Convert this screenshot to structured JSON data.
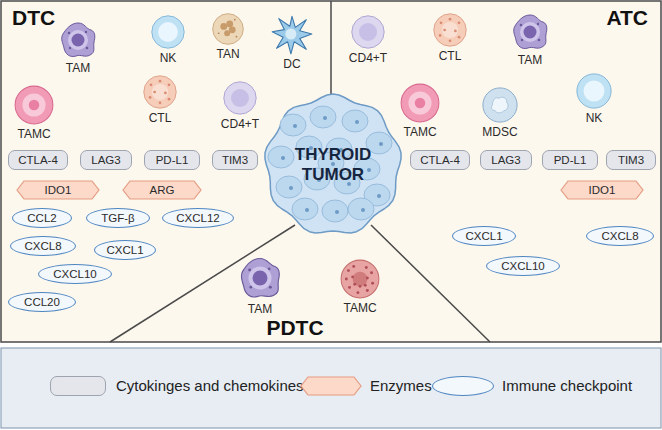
{
  "diagram": {
    "nodes": [
      {
        "text": [
          "DTC"
        ]
      },
      {
        "text": [
          "TAM"
        ],
        "in": 0
      },
      {
        "text": [
          "NK"
        ],
        "in": 0
      },
      {
        "text": [
          "TAN"
        ],
        "in": 0
      },
      {
        "text": [
          "DC"
        ],
        "in": 0
      },
      {
        "text": [
          "TAMC"
        ],
        "in": 0
      },
      {
        "text": [
          "CTL"
        ],
        "in": 0
      },
      {
        "text": [
          "CD4+T"
        ],
        "in": 0
      },
      {
        "text": [
          "CTLA-4"
        ],
        "in": 0
      },
      {
        "text": [
          "LAG3"
        ],
        "in": 0
      },
      {
        "text": [
          "PD-L1"
        ],
        "in": 0
      },
      {
        "text": [
          "TIM3"
        ],
        "in": 0
      },
      {
        "text": [
          "IDO1"
        ],
        "in": 0
      },
      {
        "text": [
          "ARG"
        ],
        "in": 0
      },
      {
        "text": [
          "CCL2"
        ],
        "in": 0
      },
      {
        "text": [
          "TGF-β"
        ],
        "in": 0
      },
      {
        "text": [
          "CXCL12"
        ],
        "in": 0
      },
      {
        "text": [
          "CXCL8"
        ],
        "in": 0
      },
      {
        "text": [
          "CXCL1"
        ],
        "in": 0
      },
      {
        "text": [
          "CXCL10"
        ],
        "in": 0
      },
      {
        "text": [
          "CCL20"
        ],
        "in": 0
      },
      {
        "text": [
          "ATC"
        ]
      },
      {
        "text": [
          "CD4+T"
        ],
        "in": 21
      },
      {
        "text": [
          "CTL"
        ],
        "in": 21
      },
      {
        "text": [
          "TAM"
        ],
        "in": 21
      },
      {
        "text": [
          "TAMC"
        ],
        "in": 21
      },
      {
        "text": [
          "MDSC"
        ],
        "in": 21
      },
      {
        "text": [
          "NK"
        ],
        "in": 21
      },
      {
        "text": [
          "CTLA-4"
        ],
        "in": 21
      },
      {
        "text": [
          "LAG3"
        ],
        "in": 21
      },
      {
        "text": [
          "PD-L1"
        ],
        "in": 21
      },
      {
        "text": [
          "TIM3"
        ],
        "in": 21
      },
      {
        "text": [
          "IDO1"
        ],
        "in": 21
      },
      {
        "text": [
          "CXCL1"
        ],
        "in": 21
      },
      {
        "text": [
          "CXCL8"
        ],
        "in": 21
      },
      {
        "text": [
          "CXCL10"
        ],
        "in": 21
      },
      {
        "text": [
          "THYROID TUMOR"
        ]
      },
      {
        "text": [
          "PDTC"
        ]
      },
      {
        "text": [
          "TAM"
        ],
        "in": 37
      },
      {
        "text": [
          "TAMC"
        ],
        "in": 37
      }
    ],
    "legend": [
      {
        "text": "Cytokinges and chemokines"
      },
      {
        "text": "Enzymes"
      },
      {
        "text": "Immune checkpoint"
      }
    ]
  }
}
